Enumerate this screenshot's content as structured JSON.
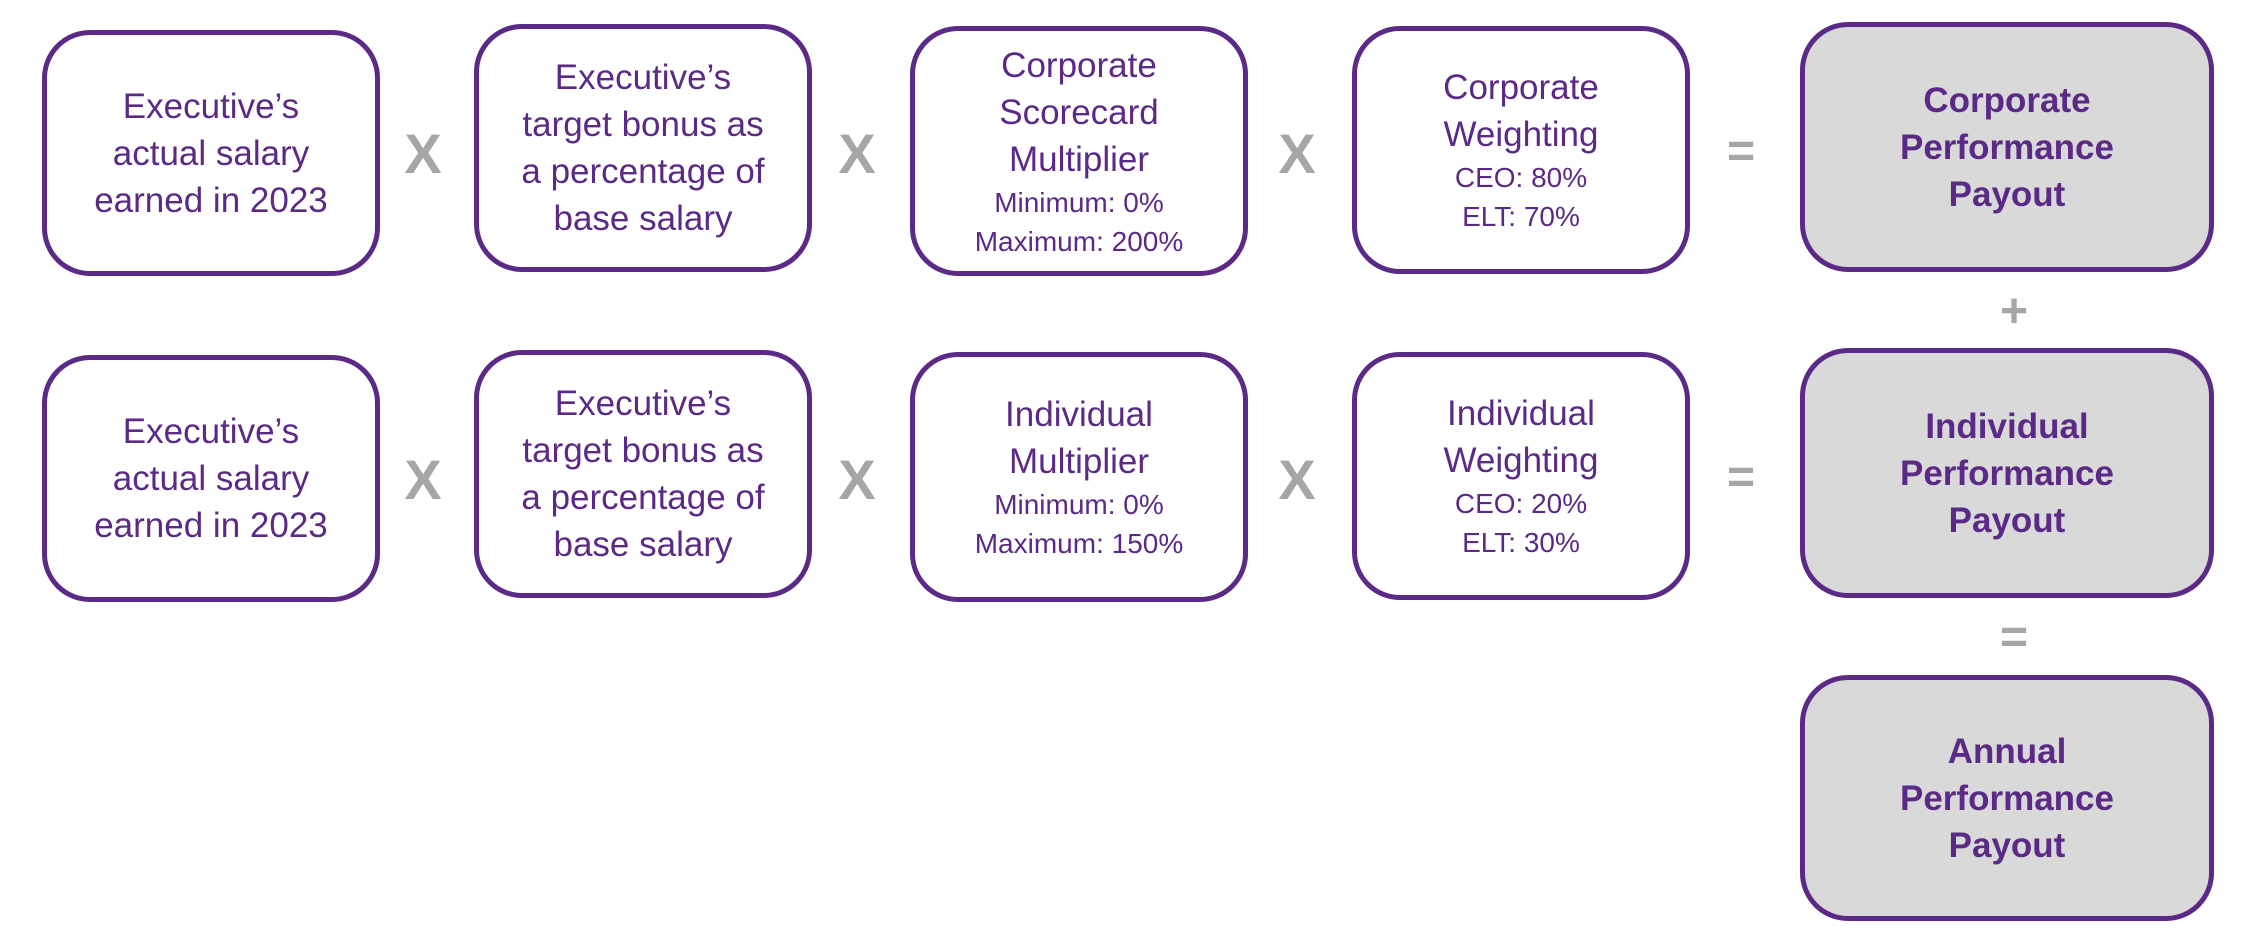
{
  "rows": [
    {
      "salary": "Executive’s\nactual salary\nearned in 2023",
      "target_bonus": "Executive’s\ntarget bonus as\na percentage of\nbase salary",
      "multiplier": {
        "title": "Corporate\nScorecard\nMultiplier",
        "range": "Minimum: 0%\nMaximum: 200%"
      },
      "weighting": {
        "title": "Corporate\nWeighting",
        "values": "CEO: 80%\nELT: 70%"
      },
      "payout": "Corporate\nPerformance\nPayout"
    },
    {
      "salary": "Executive’s\nactual salary\nearned in 2023",
      "target_bonus": "Executive’s\ntarget bonus as\na percentage of\nbase salary",
      "multiplier": {
        "title": "Individual\nMultiplier",
        "range": "Minimum: 0%\nMaximum: 150%"
      },
      "weighting": {
        "title": "Individual\nWeighting",
        "values": "CEO: 20%\nELT: 30%"
      },
      "payout": "Individual\nPerformance\nPayout"
    }
  ],
  "total_payout": "Annual\nPerformance\nPayout",
  "operators": {
    "times": "X",
    "equals": "=",
    "plus": "+"
  },
  "colors": {
    "border": "#5b2a86",
    "text": "#5b2a86",
    "operator": "#a6a6a6",
    "result_fill": "#d9d9d9"
  }
}
